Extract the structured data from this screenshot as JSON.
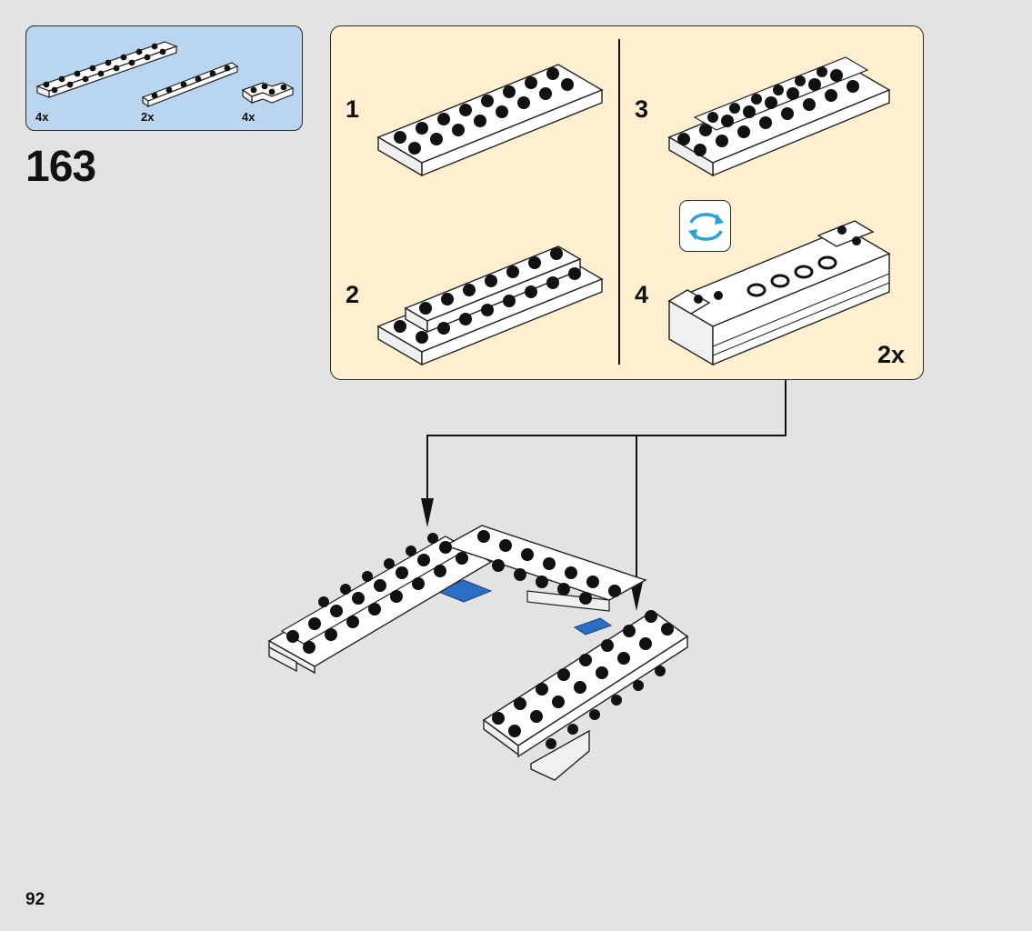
{
  "parts": [
    {
      "qty": "4x",
      "icon": "plate-2x8-icon"
    },
    {
      "qty": "2x",
      "icon": "plate-1x6-icon"
    },
    {
      "qty": "4x",
      "icon": "plate-corner-2x2-icon"
    }
  ],
  "step_number": "163",
  "sub_steps": [
    "1",
    "2",
    "3",
    "4"
  ],
  "sub_multiplier": "2x",
  "rotate_icon": "rotate-icon",
  "page_number": "92",
  "colors": {
    "parts_bg": "#b9d5ef",
    "substep_bg": "#fdefd0",
    "page_bg": "#e3e3e3",
    "brick_white": "#ffffff",
    "brick_blue": "#2a6fc6",
    "rotate_arrow": "#2aa3d6"
  }
}
